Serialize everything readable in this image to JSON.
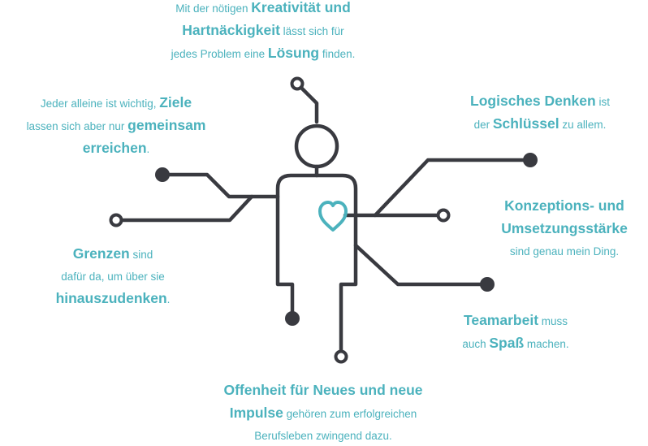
{
  "colors": {
    "line": "#393a40",
    "accent": "#4bb2bd",
    "background": "#ffffff"
  },
  "icons": {
    "heart": "heart-icon"
  },
  "notes": {
    "kreativitaet": {
      "l1": {
        "a": "Mit der nötigen ",
        "b": "Kreativität und"
      },
      "l2": {
        "a": "Hartnäckigkeit",
        "b": " lässt sich für"
      },
      "l3": {
        "a": "jedes Problem eine ",
        "b": "Lösung",
        "c": " finden."
      }
    },
    "ziele": {
      "l1": {
        "a": "Jeder alleine ist wichtig, ",
        "b": "Ziele"
      },
      "l2": {
        "a": "lassen sich aber nur ",
        "b": "gemeinsam"
      },
      "l3": {
        "a": "erreichen",
        "b": "."
      }
    },
    "logisch": {
      "l1": {
        "a": "Logisches Denken",
        "b": " ist"
      },
      "l2": {
        "a": "der ",
        "b": "Schlüssel",
        "c": " zu allem."
      }
    },
    "konzeption": {
      "l1": {
        "a": "Konzeptions- und"
      },
      "l2": {
        "a": "Umsetzungsstärke"
      },
      "l3": {
        "a": "sind genau mein Ding."
      }
    },
    "grenzen": {
      "l1": {
        "a": "Grenzen",
        "b": " sind"
      },
      "l2": {
        "a": "dafür da, um über sie"
      },
      "l3": {
        "a": "hinauszudenken",
        "b": "."
      }
    },
    "teamarbeit": {
      "l1": {
        "a": "Teamarbeit",
        "b": " muss"
      },
      "l2": {
        "a": "auch ",
        "b": "Spaß",
        "c": " machen."
      }
    },
    "offenheit": {
      "l1": {
        "a": "Offenheit für Neues und neue"
      },
      "l2": {
        "a": "Impulse",
        "b": " gehören zum erfolgreichen"
      },
      "l3": {
        "a": "Berufsleben zwingend dazu."
      }
    }
  }
}
